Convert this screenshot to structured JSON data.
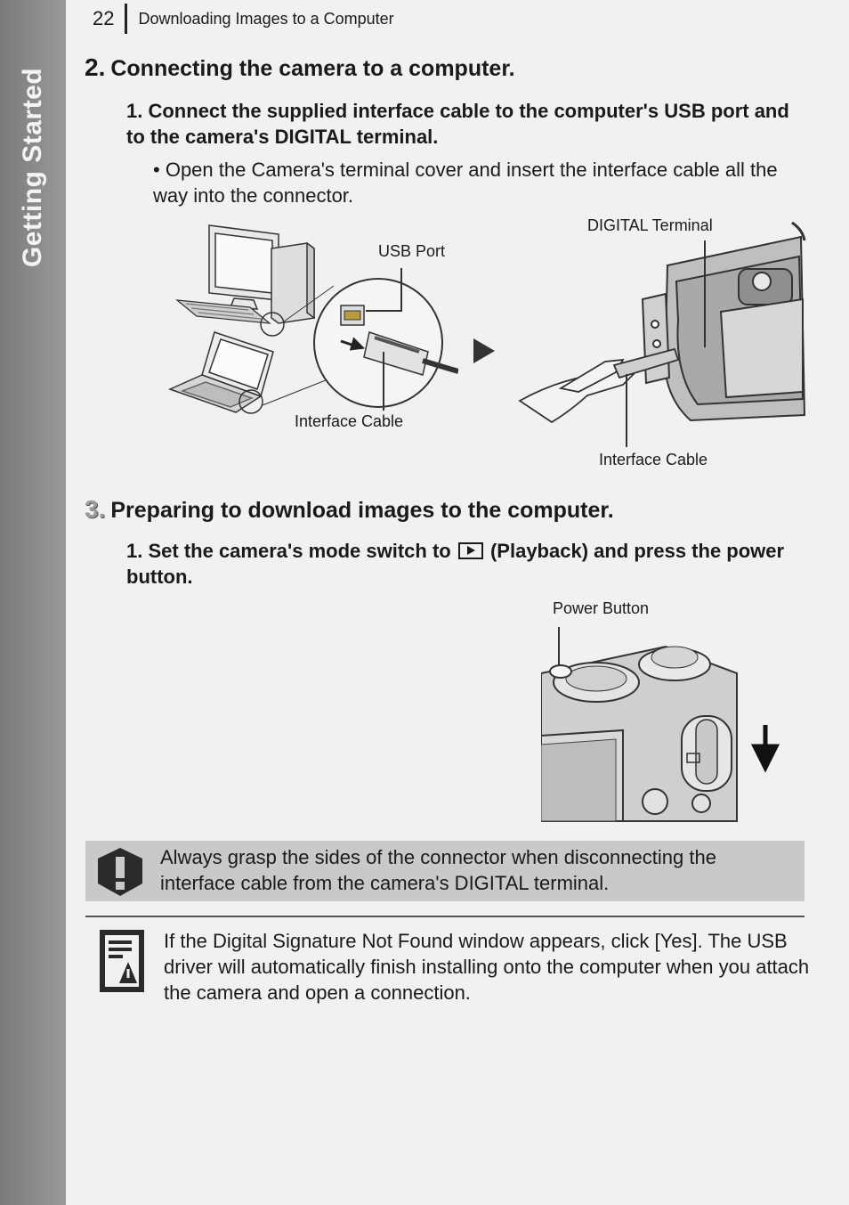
{
  "header": {
    "page_number": "22",
    "running_title": "Downloading Images to a Computer"
  },
  "side_tab": {
    "label": "Getting Started"
  },
  "step2": {
    "number": "2.",
    "title": "Connecting the camera to a computer.",
    "substep_number": "1.",
    "substep_text": "Connect the supplied interface cable to the computer's USB port and to the camera's DIGITAL terminal.",
    "bullet_text": "Open the Camera's terminal cover and insert the interface cable all the way into the connector.",
    "figure_labels": {
      "usb_port": "USB Port",
      "digital_terminal": "DIGITAL Terminal",
      "interface_cable_left": "Interface Cable",
      "interface_cable_right": "Interface Cable"
    }
  },
  "step3": {
    "number": "3.",
    "title": "Preparing to download images to the computer.",
    "substep_number": "1.",
    "substep_text_before": "Set the camera's mode switch to",
    "substep_icon": "playback-icon",
    "substep_text_after": "(Playback) and press the power button.",
    "figure_labels": {
      "power_button": "Power Button"
    }
  },
  "caution": {
    "icon": "caution-icon",
    "text": "Always grasp the sides of the connector when disconnecting the interface cable from the camera's DIGITAL terminal."
  },
  "note": {
    "icon": "note-icon",
    "text": "If the Digital Signature Not Found window appears, click [Yes]. The USB driver will automatically finish installing onto the computer when you attach the camera and open a connection."
  }
}
